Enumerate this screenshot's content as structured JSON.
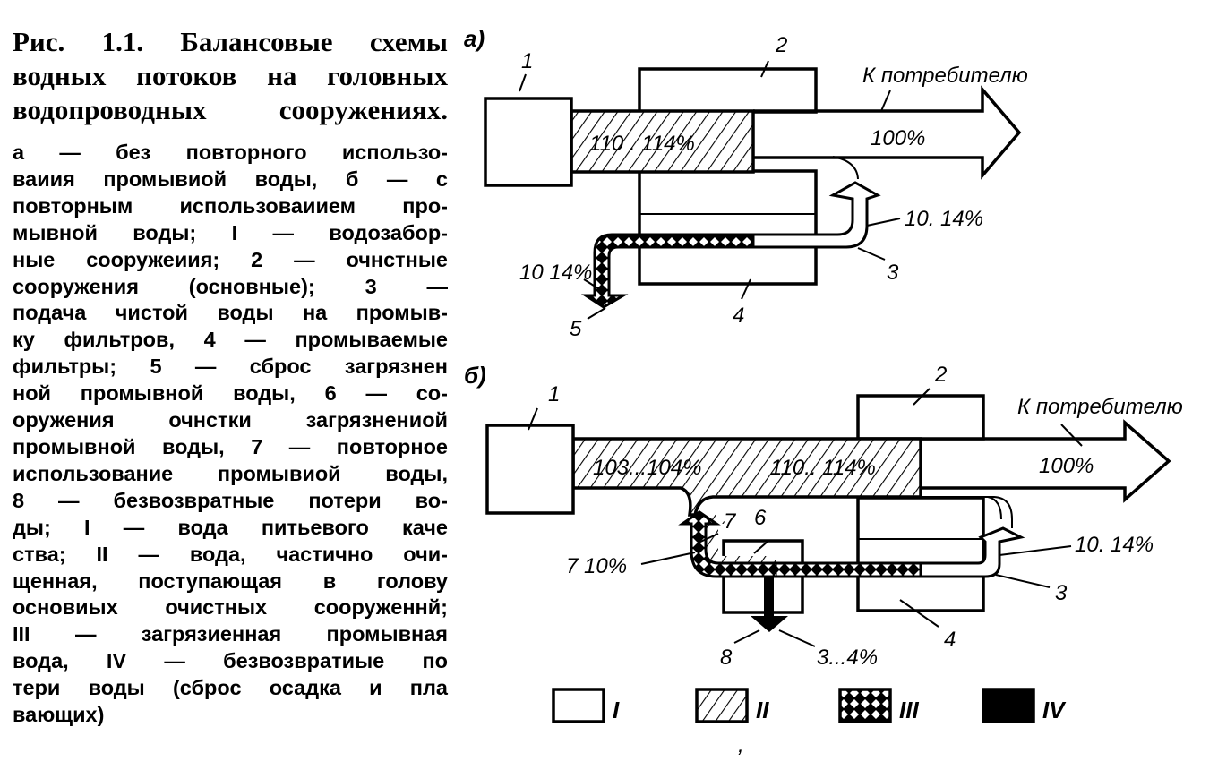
{
  "caption": {
    "title": "Рис. 1.1. Балансовые схемы водных потоков на головных водопроводных сооружениях.",
    "title_lines": [
      "Рис. 1.1. Балансовые схемы",
      "водных потоков на головных",
      "водопроводных сооружениях."
    ],
    "body_lines": [
      "а — без повторного использо-",
      "ваиия промывиой воды, б — с",
      "повторным использоваиием про-",
      "мывной воды; I — водозабор-",
      "ные сооружеиия; 2 — очнстные",
      "сооружения (основные); 3 —",
      "подача чистой воды на промыв-",
      "ку фильтров, 4 — промываемые",
      "фильтры; 5 — сброс загрязнен",
      "ной промывной воды, 6 — со-",
      "оружения очнстки загрязнениой",
      "промывной воды, 7 — повторное",
      "использование промывиой воды,",
      "8 — безвозвратные потери во-",
      "ды; I — вода питьевого каче",
      "ства; II — вода, частично очи-",
      "щенная, поступающая в голову",
      "основиых очистных сооруженнй;",
      "III — загрязиенная промывная",
      "вода, IV — безвозвратиые по",
      "тери воды (сброс осадка и пла",
      "вающих)"
    ]
  },
  "scheme_a": {
    "panel_label": "а)",
    "labels": {
      "n1": "1",
      "n2": "2",
      "n3": "3",
      "n4": "4",
      "n5": "5"
    },
    "consumer_label": "К потребителю",
    "consumer_value": "100%",
    "raw_flow_value": "110 . 114%",
    "wash_flow_value": "10. 14%",
    "discharge_value": "10 14%"
  },
  "scheme_b": {
    "panel_label": "б)",
    "labels": {
      "n1": "1",
      "n2": "2",
      "n3": "3",
      "n4": "4",
      "n6": "6",
      "n7": "7",
      "n8": "8"
    },
    "consumer_label": "К потребителю",
    "consumer_value": "100%",
    "raw_flow_value": "103...104%",
    "mixed_flow_value": "110.. 114%",
    "wash_flow_value": "10. 14%",
    "reuse_value": "7 10%",
    "loss_value": "3...4%"
  },
  "legend": [
    {
      "key": "I",
      "fill": "empty"
    },
    {
      "key": "II",
      "fill": "hatched"
    },
    {
      "key": "III",
      "fill": "crosshatched"
    },
    {
      "key": "IV",
      "fill": "solid"
    }
  ],
  "colors": {
    "ink": "#000000",
    "paper": "#ffffff"
  }
}
